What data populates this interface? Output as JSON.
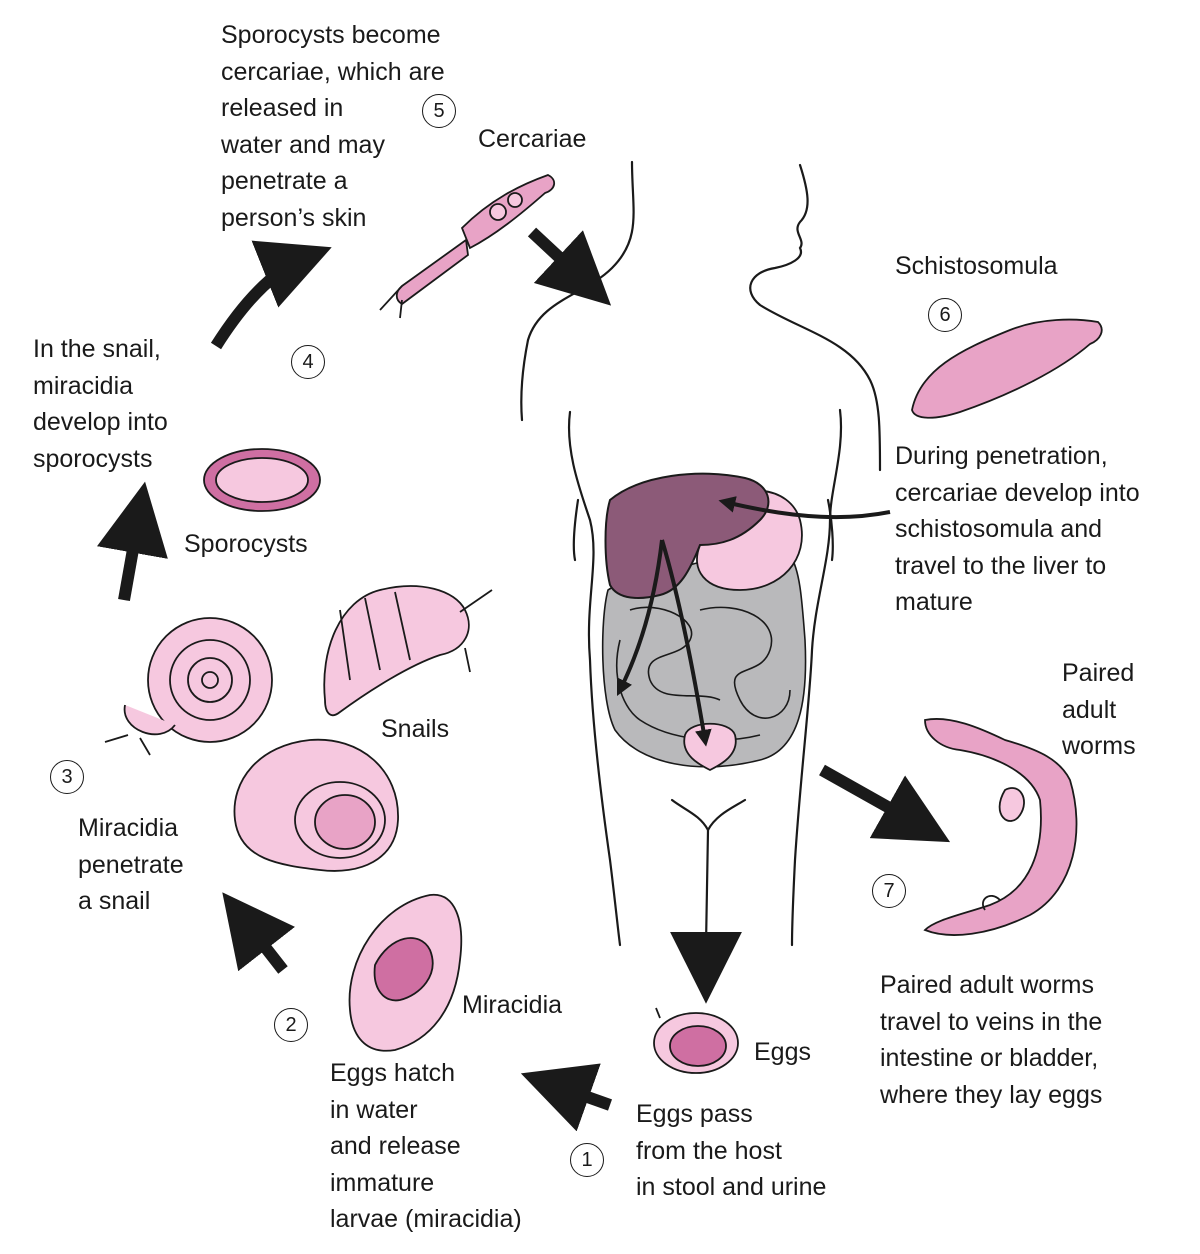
{
  "labels": {
    "cercariae_desc": "Sporocysts become\ncercariae, which are\nreleased in\nwater and may\npenetrate a\nperson’s skin",
    "cercariae": "Cercariae",
    "snail_desc": "In the snail,\nmiracidia\ndevelop into\nsporocysts",
    "sporocysts": "Sporocysts",
    "snails": "Snails",
    "miracidia_penetrate": "Miracidia\npenetrate\na snail",
    "miracidia": "Miracidia",
    "eggs_hatch": "Eggs hatch\nin water\nand release\nimmature\nlarvae (miracidia)",
    "eggs": "Eggs",
    "eggs_pass": "Eggs pass\nfrom the host\nin stool and urine",
    "schistosomula": "Schistosomula",
    "schistosomula_desc": "During penetration,\ncercariae develop into\nschistosomula and\ntravel to the liver to\nmature",
    "paired_adult": "Paired\nadult\nworms",
    "paired_desc": "Paired adult worms\ntravel to veins in the\nintestine or bladder,\nwhere they lay eggs"
  },
  "steps": [
    "1",
    "2",
    "3",
    "4",
    "5",
    "6",
    "7"
  ],
  "colors": {
    "pink_light": "#f6c8df",
    "pink": "#e8a3c6",
    "pink_dark": "#cf6fa2",
    "liver": "#8c5a78",
    "intestine": "#b9b9bb",
    "ink": "#1a1a1a"
  }
}
